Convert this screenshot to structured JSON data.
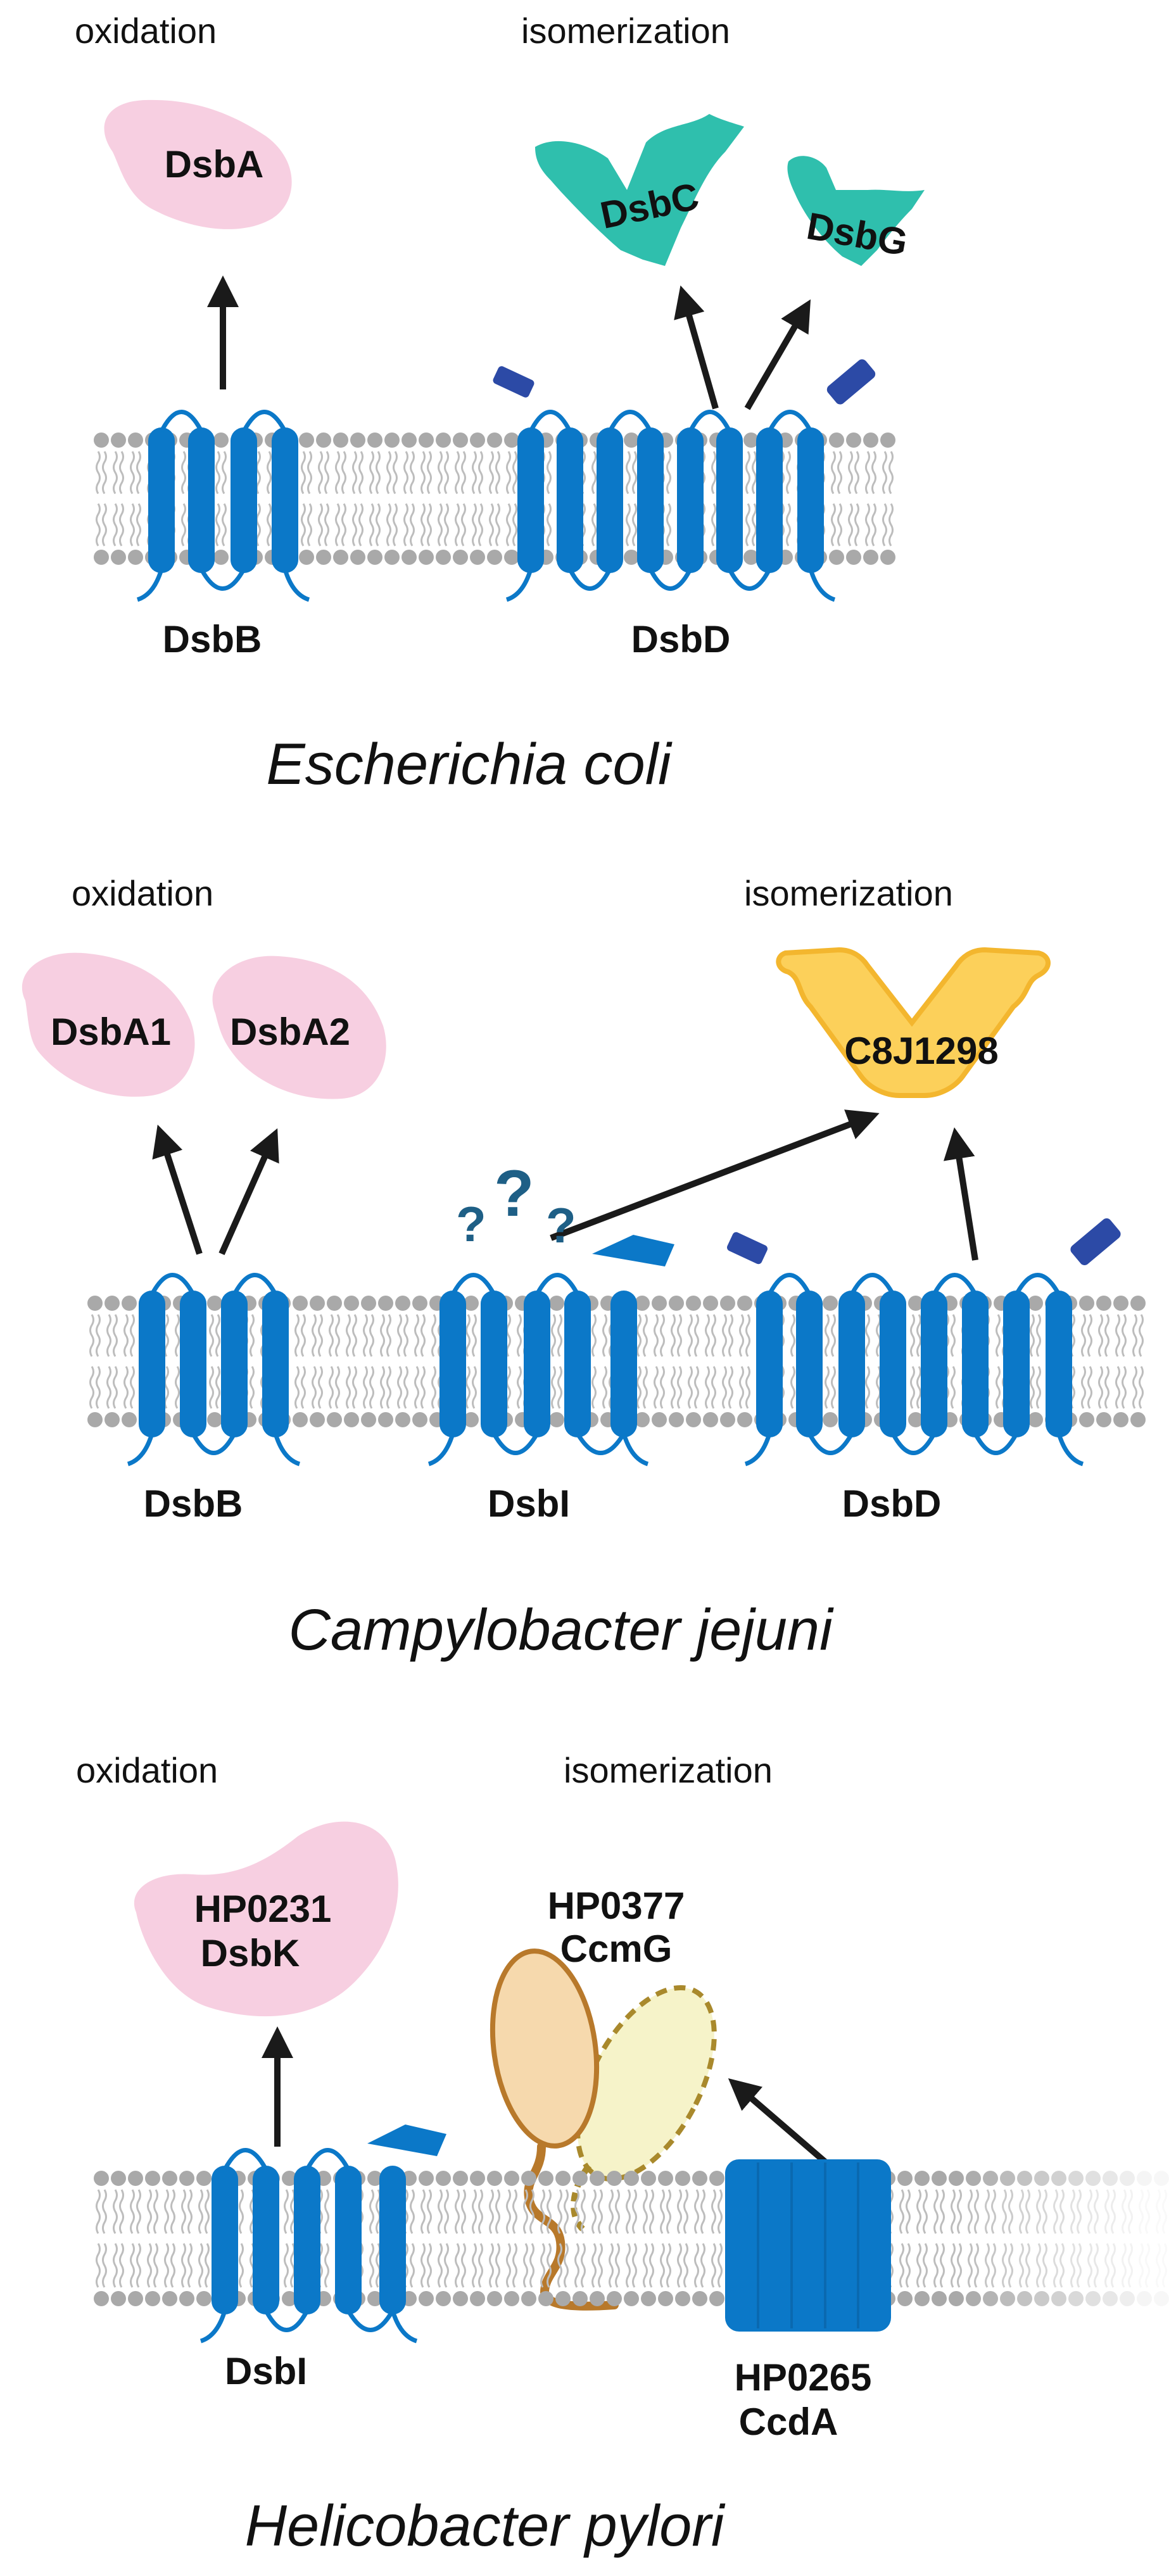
{
  "colors": {
    "membrane_head": "#a9a9a9",
    "membrane_tail": "#bdbdbd",
    "transmembrane": "#0b78c8",
    "dark_blue_tag": "#2c4aa6",
    "dsba_pink": "#f7cfe1",
    "dsbc_teal": "#2fbfad",
    "c8j_yellow": "#fcd05a",
    "c8j_outline": "#f3b62e",
    "ccmg_tan": "#f6d9ad",
    "ccmg_outline": "#b8792b",
    "ccmg_ghost": "#f6f3c9",
    "ccmg_ghost_outline": "#a9892c",
    "question_mark": "#1e5f86",
    "arrow": "#1a1a1a"
  },
  "panels": [
    {
      "organism": "Escherichia coli",
      "oxidation_label": "oxidation",
      "isomerization_label": "isomerization",
      "proteins": {
        "dsba": "DsbA",
        "dsbc": "DsbC",
        "dsbg": "DsbG",
        "dsbb": "DsbB",
        "dsbd": "DsbD"
      }
    },
    {
      "organism": "Campylobacter jejuni",
      "oxidation_label": "oxidation",
      "isomerization_label": "isomerization",
      "proteins": {
        "dsba1": "DsbA1",
        "dsba2": "DsbA2",
        "c8j": "C8J1298",
        "dsbb": "DsbB",
        "dsbi": "DsbI",
        "dsbd": "DsbD"
      },
      "question_marks": "???"
    },
    {
      "organism": "Helicobacter pylori",
      "oxidation_label": "oxidation",
      "isomerization_label": "isomerization",
      "proteins": {
        "hp0231_line1": "HP0231",
        "hp0231_line2": "DsbK",
        "hp0377_line1": "HP0377",
        "hp0377_line2": "CcmG",
        "dsbi": "DsbI",
        "hp0265_line1": "HP0265",
        "hp0265_line2": "CcdA"
      }
    }
  ]
}
